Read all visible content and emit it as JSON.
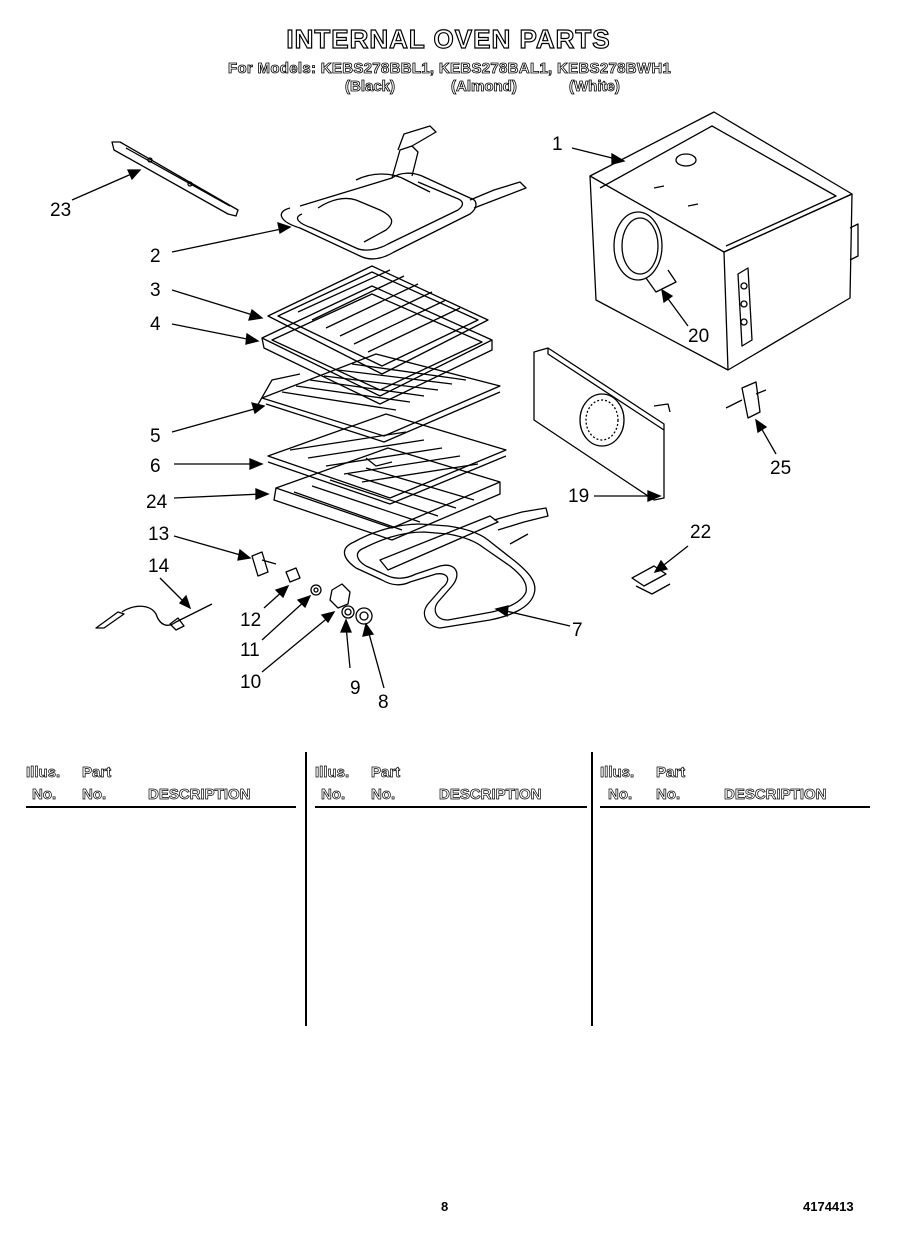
{
  "header": {
    "title": "INTERNAL OVEN PARTS",
    "models_line": "For Models: KEBS278BBL1, KEBS278BAL1, KEBS278BWH1",
    "colors": [
      "(Black)",
      "(Almond)",
      "(White)"
    ]
  },
  "callouts": {
    "c1": "1",
    "c2": "2",
    "c3": "3",
    "c4": "4",
    "c5": "5",
    "c6": "6",
    "c7": "7",
    "c8": "8",
    "c9": "9",
    "c10": "10",
    "c11": "11",
    "c12": "12",
    "c13": "13",
    "c14": "14",
    "c19": "19",
    "c20": "20",
    "c22": "22",
    "c23": "23",
    "c24": "24",
    "c25": "25"
  },
  "parts_table": {
    "col_illus_1": "Illus.",
    "col_illus_2": "No.",
    "col_part_1": "Part",
    "col_part_2": "No.",
    "col_desc": "DESCRIPTION"
  },
  "footer": {
    "page_number": "8",
    "doc_number": "4174413"
  }
}
